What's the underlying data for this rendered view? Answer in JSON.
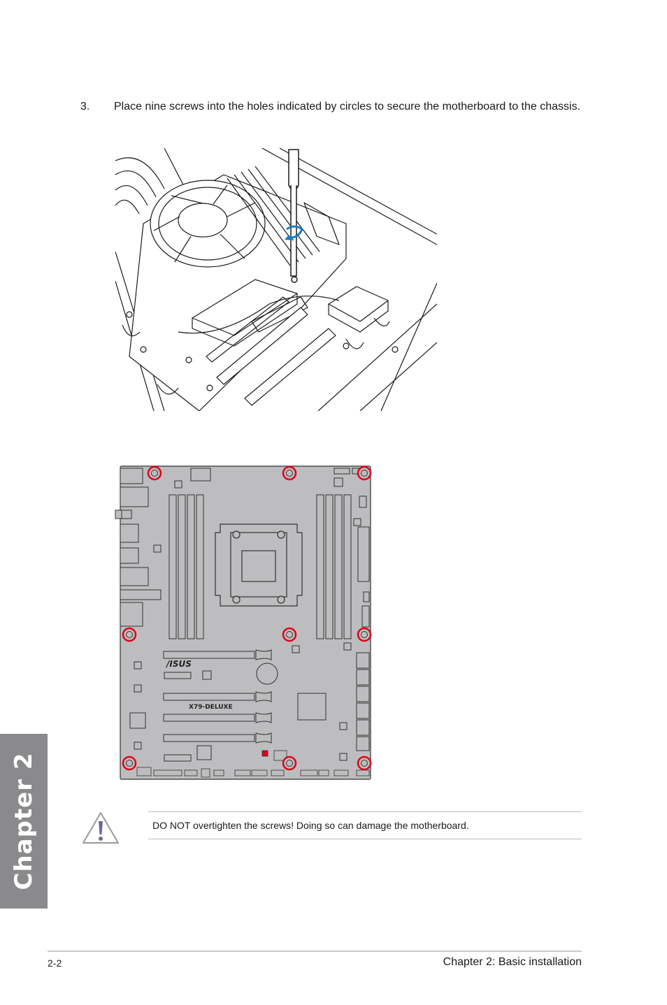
{
  "step": {
    "number": "3.",
    "text": "Place nine screws into the holes indicated by circles to secure the motherboard to the chassis."
  },
  "board": {
    "brand": "/ISUS",
    "model": "X79-DELUXE"
  },
  "side_tab": {
    "label": "Chapter 2"
  },
  "note": {
    "icon": "warning-exclamation-icon",
    "text": "DO NOT overtighten the screws! Doing so can damage the motherboard."
  },
  "footer": {
    "page_number": "2-2",
    "chapter_title": "Chapter 2: Basic installation"
  },
  "colors": {
    "board": "#bdbdbf",
    "screw_ring": "#e2001a",
    "tab": "#8a8a8c",
    "arrow": "#1e7bc1"
  }
}
